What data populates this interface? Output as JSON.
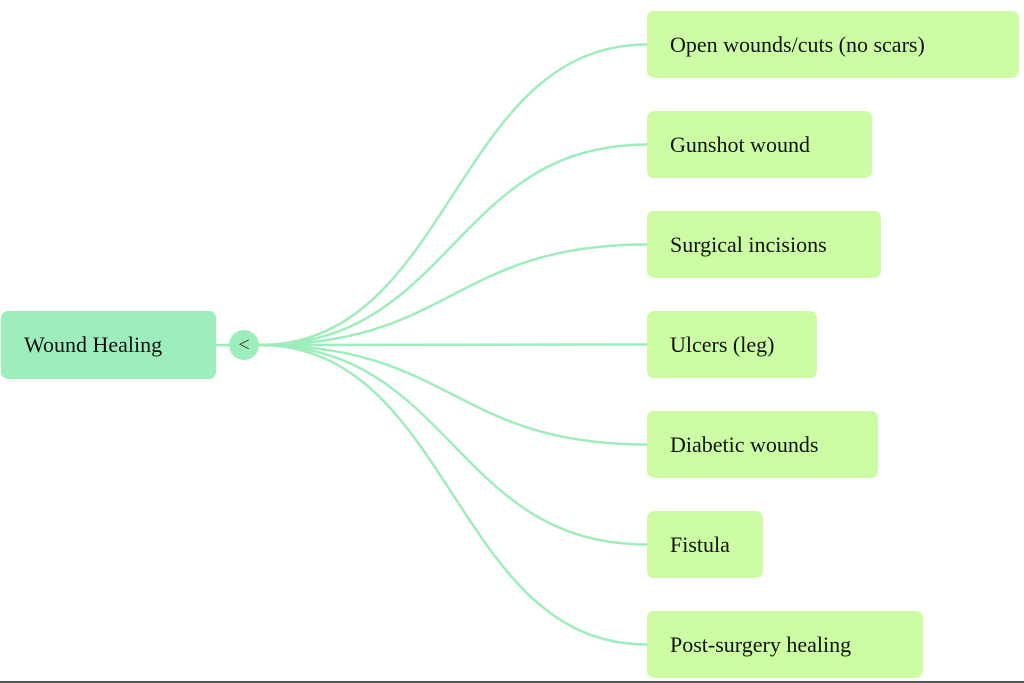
{
  "mindmap": {
    "root": {
      "label": "Wound Healing",
      "toggle_icon": "<",
      "toggle_state": "expanded"
    },
    "children": [
      {
        "label": "Open wounds/cuts (no scars)"
      },
      {
        "label": "Gunshot wound"
      },
      {
        "label": "Surgical incisions"
      },
      {
        "label": "Ulcers (leg)"
      },
      {
        "label": "Diabetic wounds"
      },
      {
        "label": "Fistula"
      },
      {
        "label": "Post-surgery healing"
      }
    ],
    "colors": {
      "root_fill": "#9eedbd",
      "child_fill": "#ccfda4",
      "link": "#9eedbd"
    }
  }
}
